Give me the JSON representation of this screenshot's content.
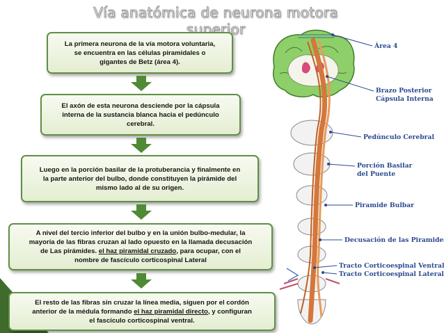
{
  "title": "Vía anatómica de neurona motora superior",
  "boxes": {
    "b1": {
      "l1": "La primera neurona de la vía motora voluntaria,",
      "l2": "se encuentra en las células piramidales o",
      "l3": "gigantes de Betz  (área 4)."
    },
    "b2": {
      "l1": "El axón de esta neurona desciende por la cápsula",
      "l2": "interna de la sustancia blanca hacia el pedúnculo",
      "l3": "cerebral."
    },
    "b3": {
      "l1": "Luego en la porción basilar de la protuberancia y finalmente en",
      "l2": "la parte anterior del bulbo, donde constituyen la pirámide del",
      "l3": "mismo lado al de su origen."
    },
    "b4": {
      "l1": "A nivel del tercio inferior del bulbo y en la unión bulbo-medular, la",
      "l2": "mayoría de las fibras cruzan al lado opuesto en la llamada decusación",
      "l3a": "de Las pirámides. ",
      "l3b": "el haz  piramidal cruzado",
      "l3c": ", para ocupar, con el",
      "l4": "nombre de fascículo corticospinal Lateral"
    },
    "b5": {
      "l1": "El resto de las fibras sin cruzar la línea media, siguen por el cordón",
      "l2a": "anterior de la médula formando ",
      "l2b": "el haz  piramidal directo",
      "l2c": ", y configuran",
      "l3": "el fascículo corticospinal ventral."
    }
  },
  "labels": {
    "area4": "Área 4",
    "brazo1": "Brazo Posterior",
    "brazo2": "Cápsula Interna",
    "pedunculo": "Pedúnculo Cerebral",
    "porcion1": "Porción Basilar",
    "porcion2": "del Puente",
    "piramide": "Piramide Bulbar",
    "decusacion": "Decusación de las Piramides",
    "ventral": "Tracto Corticoespinal Ventral",
    "lateral": "Tracto Corticoespinal Lateral"
  },
  "colors": {
    "box_border": "#5f8f45",
    "arrow": "#4f8a34",
    "label_text": "#2b4a8f",
    "tract": "#d4773a",
    "brain": "#8fcf6a"
  }
}
